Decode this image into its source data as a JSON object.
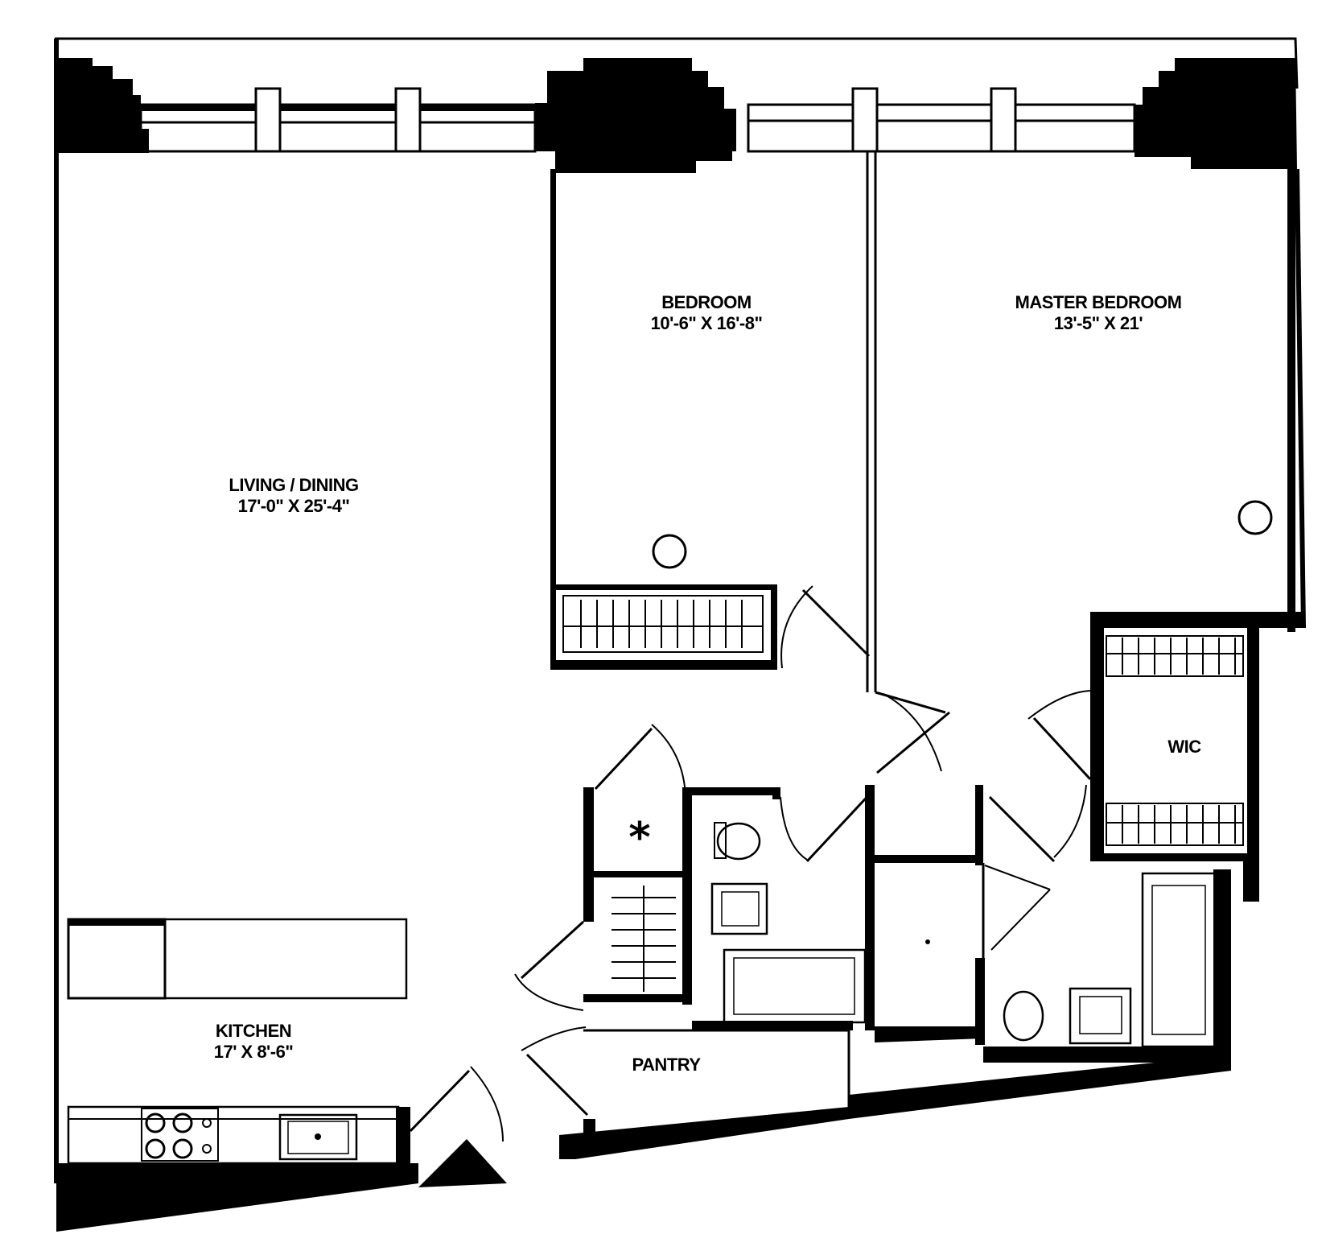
{
  "rooms": {
    "living": {
      "name": "LIVING / DINING",
      "size": "17'-0\" X 25'-4\""
    },
    "bedroom": {
      "name": "BEDROOM",
      "size": "10'-6\" X 16'-8\""
    },
    "master": {
      "name": "MASTER BEDROOM",
      "size": "13'-5\" X 21'"
    },
    "wic": {
      "name": "WIC"
    },
    "kitchen": {
      "name": "KITCHEN",
      "size": "17' X 8'-6\""
    },
    "pantry": {
      "name": "PANTRY"
    }
  },
  "symbols": {
    "utility": "*"
  },
  "colors": {
    "ink": "#000000",
    "paper": "#ffffff"
  }
}
